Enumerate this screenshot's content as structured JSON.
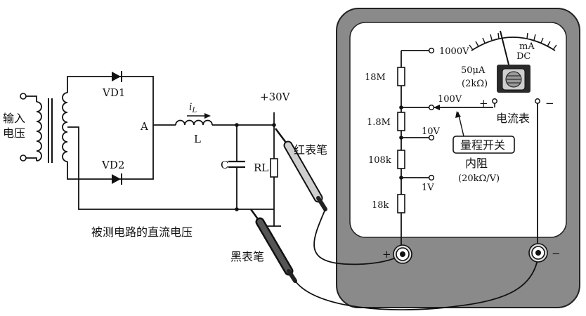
{
  "input_label": [
    "输入",
    "电压"
  ],
  "diodes": {
    "upper": "VD1",
    "lower": "VD2"
  },
  "node_a": "A",
  "inductor_current": {
    "symbol": "i",
    "subscript": "L"
  },
  "inductor_label": "L",
  "supply_voltage": "+30V",
  "capacitor_label": "C",
  "load_label": "RL",
  "circuit_caption": "被测电路的直流电压",
  "red_probe": "红表笔",
  "black_probe": "黑表笔",
  "meter": {
    "scale_unit": "mA",
    "scale_type": "DC",
    "movement_current": "50μA",
    "movement_resistance": "(2kΩ)",
    "meter_name": "电流表",
    "plus_sign": "+",
    "minus_sign": "−",
    "resistors": [
      "18M",
      "1.8M",
      "108k",
      "18k"
    ],
    "ranges": [
      "1000V",
      "100V",
      "10V",
      "1V"
    ],
    "switch_label": "量程开关",
    "internal_resistance_title": "内阻",
    "internal_resistance_value": "(20kΩ/V)",
    "terminal_plus": "+",
    "terminal_minus": "−"
  }
}
